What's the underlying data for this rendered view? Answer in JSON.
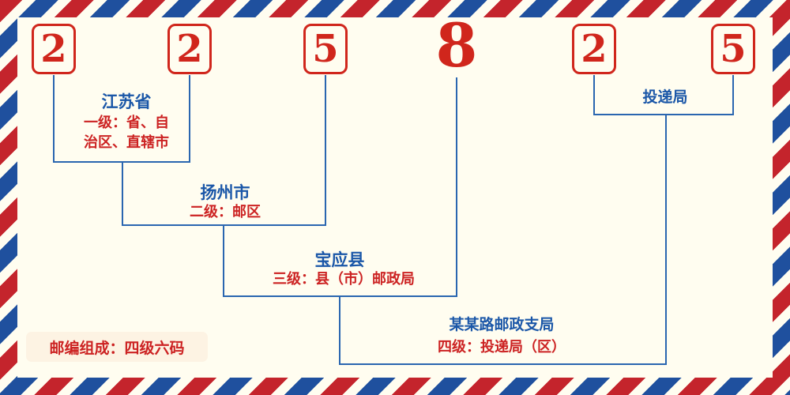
{
  "postcode": {
    "digits": [
      "2",
      "2",
      "5",
      "8",
      "2",
      "5"
    ]
  },
  "levels": {
    "province": {
      "name": "江苏省",
      "desc_line1": "一级：省、自",
      "desc_line2": "治区、直辖市"
    },
    "city": {
      "name": "扬州市",
      "desc": "二级：邮区"
    },
    "county": {
      "name": "宝应县",
      "desc": "三级：县（市）邮政局"
    },
    "branch": {
      "name": "某某路邮政支局",
      "desc": "四级：投递局（区）"
    },
    "delivery": {
      "name": "投递局"
    }
  },
  "footer": {
    "note": "邮编组成：四级六码"
  },
  "colors": {
    "digit_red": "#d0261c",
    "desc_red": "#cc2222",
    "label_blue": "#1b57a8",
    "line_blue": "#2a66b0",
    "background_ivory": "#fffdf0",
    "stripe_red": "#c4242c",
    "stripe_blue": "#1f509e"
  }
}
